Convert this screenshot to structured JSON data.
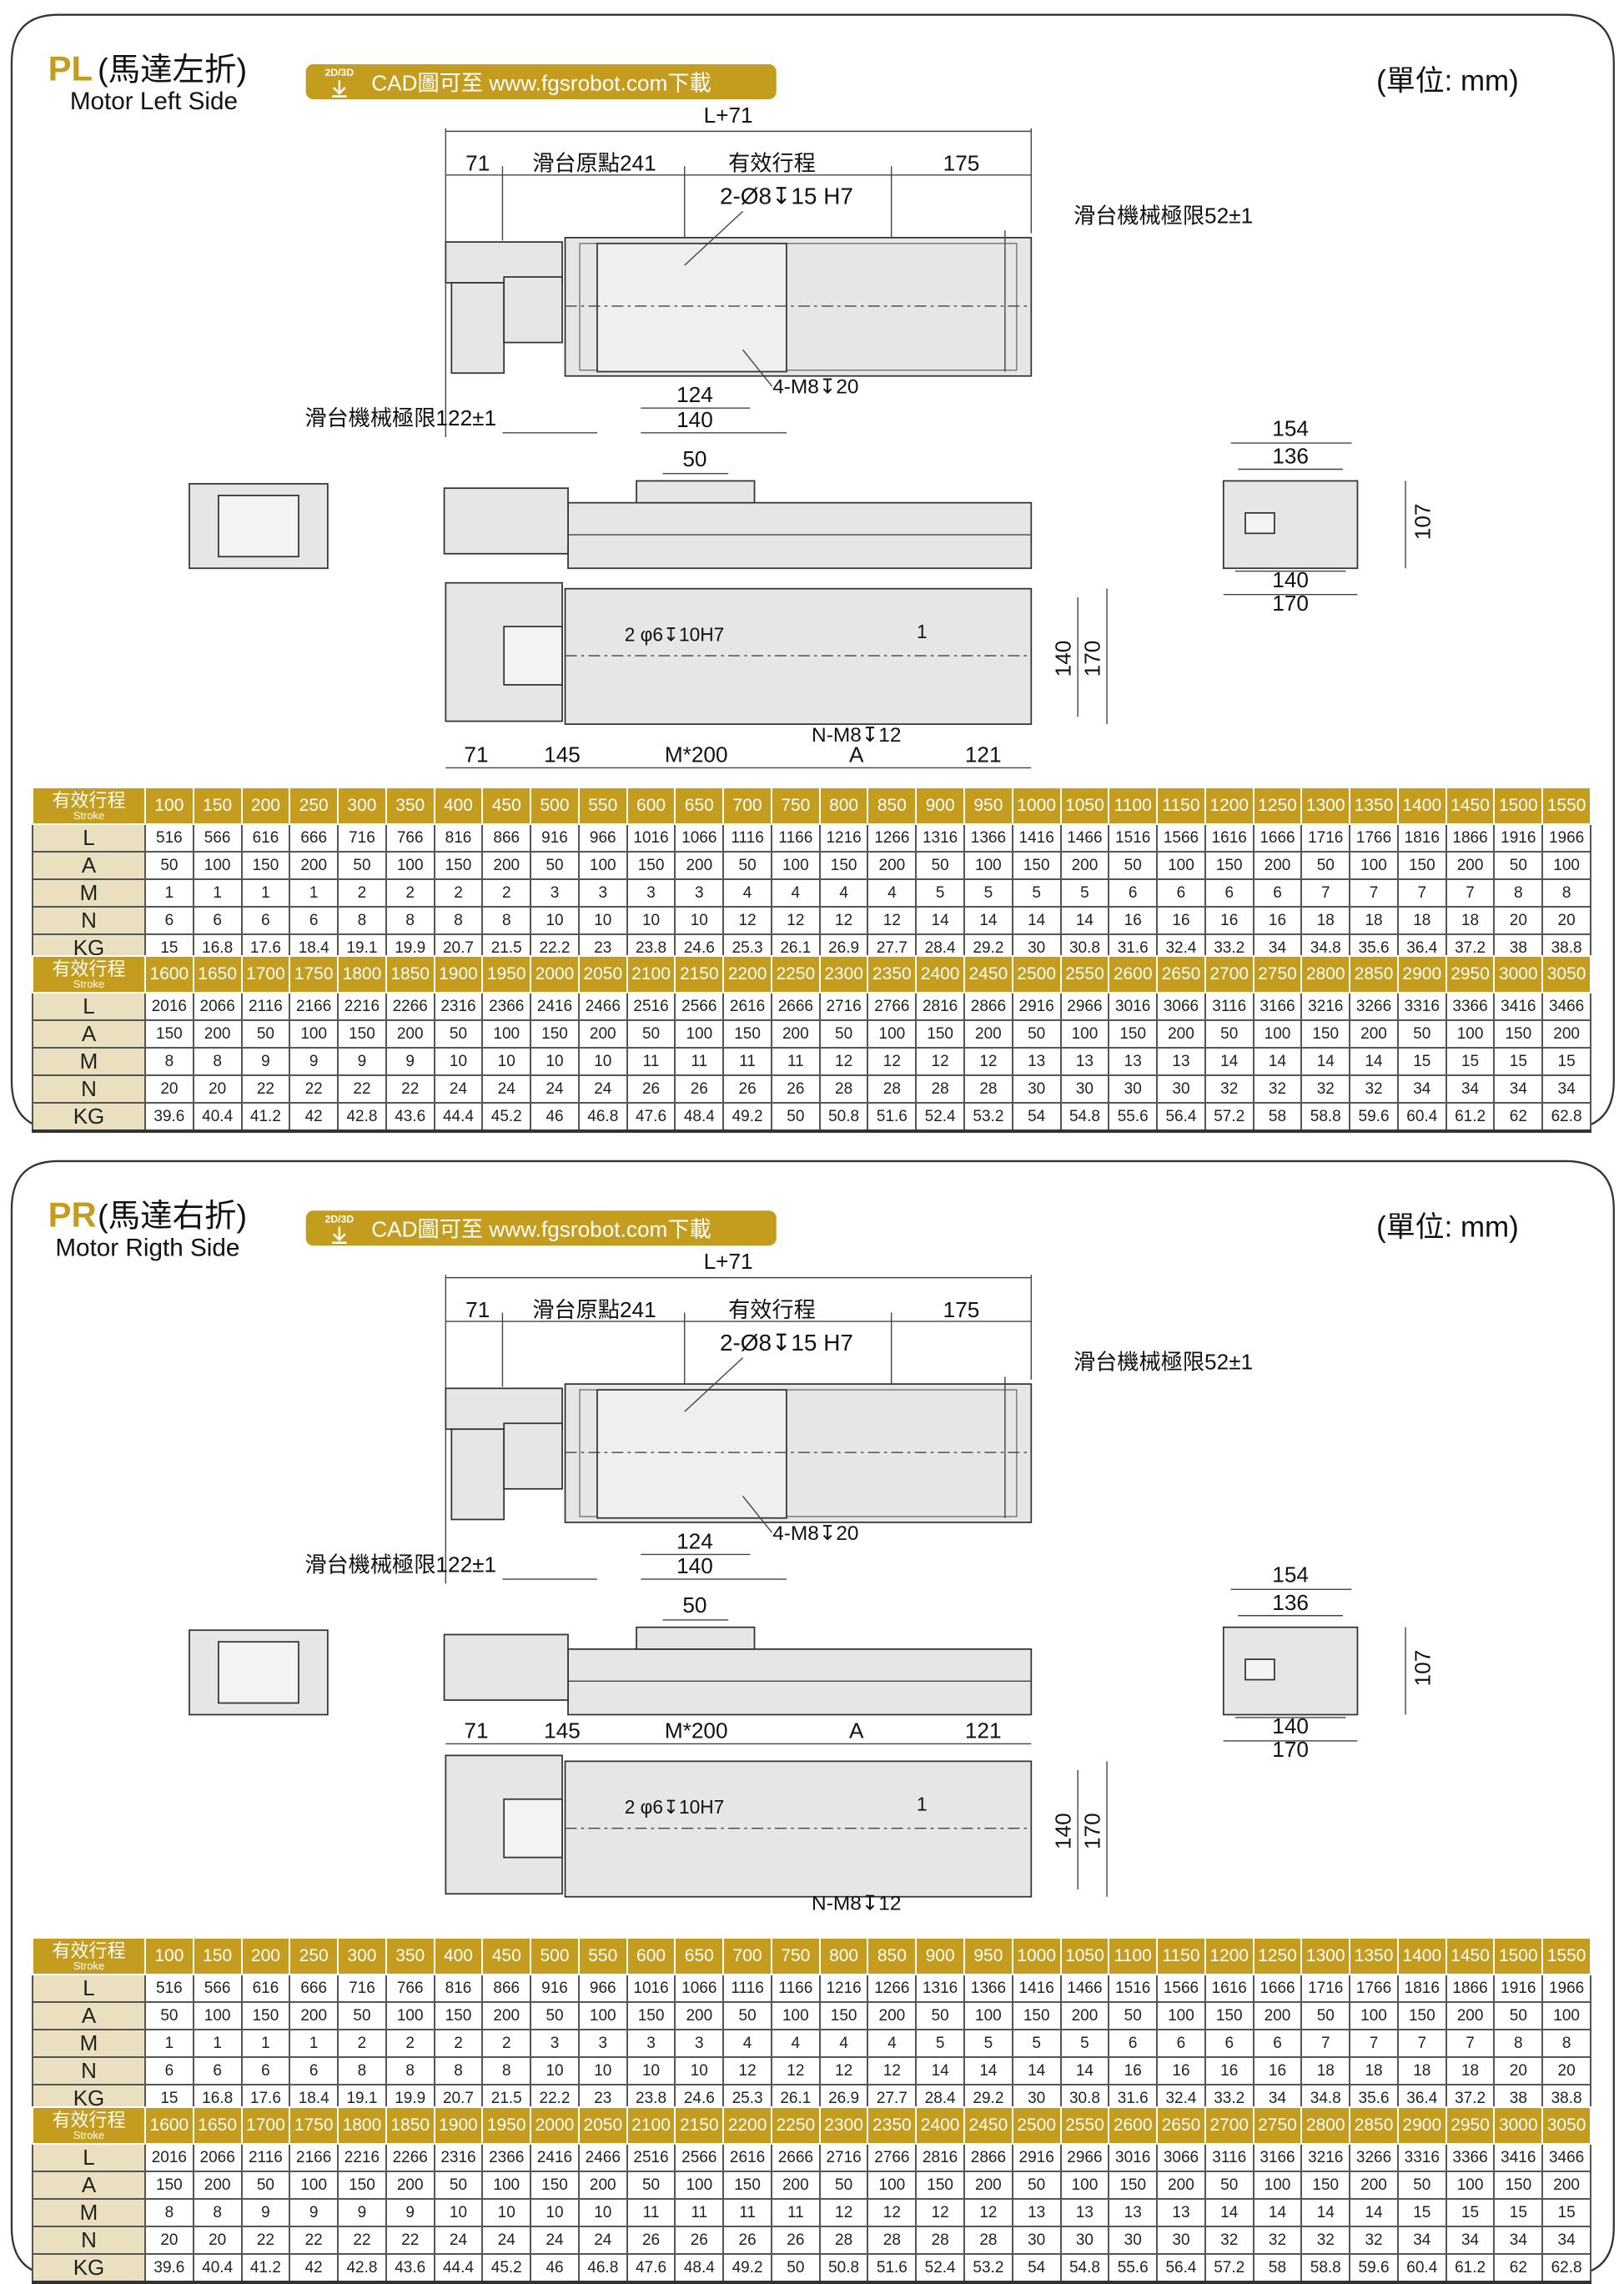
{
  "sections": [
    {
      "code": "PL",
      "title_zh": "(馬達左折)",
      "subtitle": "Motor Left Side",
      "badge_small": "2D/3D",
      "badge_text": "CAD圖可至 www.fgsrobot.com下載",
      "unit": "(單位: mm)",
      "dims": {
        "overall": "L+71",
        "d71": "71",
        "origin": "滑台原點241",
        "stroke": "有效行程",
        "d175": "175",
        "pin": "2-Ø8↧15 H7",
        "limit52": "滑台機械極限52±1",
        "d124": "124",
        "d140a": "140",
        "m8": "4-M8↧20",
        "limit122": "滑台機械極限122±1",
        "d50": "50",
        "d154": "154",
        "d136": "136",
        "d107": "107",
        "d140b": "140",
        "d170a": "170",
        "phi6": "2 φ6↧10H7",
        "one": "1",
        "d140c": "140",
        "d170b": "170",
        "b71": "71",
        "b145": "145",
        "m200": "M*200",
        "nm8": "N-M8↧12",
        "a": "A",
        "b121": "121"
      }
    },
    {
      "code": "PR",
      "title_zh": "(馬達右折)",
      "subtitle": "Motor Rigth Side",
      "badge_small": "2D/3D",
      "badge_text": "CAD圖可至 www.fgsrobot.com下載",
      "unit": "(單位: mm)",
      "dims": {
        "overall": "L+71",
        "d71": "71",
        "origin": "滑台原點241",
        "stroke": "有效行程",
        "d175": "175",
        "pin": "2-Ø8↧15 H7",
        "limit52": "滑台機械極限52±1",
        "d124": "124",
        "d140a": "140",
        "m8": "4-M8↧20",
        "limit122": "滑台機械極限122±1",
        "d50": "50",
        "d154": "154",
        "d136": "136",
        "d107": "107",
        "d140b": "140",
        "d170a": "170",
        "phi6": "2 φ6↧10H7",
        "one": "1",
        "d140c": "140",
        "d170b": "170",
        "b71": "71",
        "b145": "145",
        "m200": "M*200",
        "nm8": "N-M8↧12",
        "a": "A",
        "b121": "121"
      }
    }
  ],
  "table_header": {
    "zh": "有效行程",
    "en": "Stroke"
  },
  "row_labels": [
    "L",
    "A",
    "M",
    "N",
    "KG"
  ],
  "tables": [
    {
      "stroke": [
        "100",
        "150",
        "200",
        "250",
        "300",
        "350",
        "400",
        "450",
        "500",
        "550",
        "600",
        "650",
        "700",
        "750",
        "800",
        "850",
        "900",
        "950",
        "1000",
        "1050",
        "1100",
        "1150",
        "1200",
        "1250",
        "1300",
        "1350",
        "1400",
        "1450",
        "1500",
        "1550"
      ],
      "L": [
        "516",
        "566",
        "616",
        "666",
        "716",
        "766",
        "816",
        "866",
        "916",
        "966",
        "1016",
        "1066",
        "1116",
        "1166",
        "1216",
        "1266",
        "1316",
        "1366",
        "1416",
        "1466",
        "1516",
        "1566",
        "1616",
        "1666",
        "1716",
        "1766",
        "1816",
        "1866",
        "1916",
        "1966"
      ],
      "A": [
        "50",
        "100",
        "150",
        "200",
        "50",
        "100",
        "150",
        "200",
        "50",
        "100",
        "150",
        "200",
        "50",
        "100",
        "150",
        "200",
        "50",
        "100",
        "150",
        "200",
        "50",
        "100",
        "150",
        "200",
        "50",
        "100",
        "150",
        "200",
        "50",
        "100"
      ],
      "M": [
        "1",
        "1",
        "1",
        "1",
        "2",
        "2",
        "2",
        "2",
        "3",
        "3",
        "3",
        "3",
        "4",
        "4",
        "4",
        "4",
        "5",
        "5",
        "5",
        "5",
        "6",
        "6",
        "6",
        "6",
        "7",
        "7",
        "7",
        "7",
        "8",
        "8"
      ],
      "N": [
        "6",
        "6",
        "6",
        "6",
        "8",
        "8",
        "8",
        "8",
        "10",
        "10",
        "10",
        "10",
        "12",
        "12",
        "12",
        "12",
        "14",
        "14",
        "14",
        "14",
        "16",
        "16",
        "16",
        "16",
        "18",
        "18",
        "18",
        "18",
        "20",
        "20"
      ],
      "KG": [
        "15",
        "16.8",
        "17.6",
        "18.4",
        "19.1",
        "19.9",
        "20.7",
        "21.5",
        "22.2",
        "23",
        "23.8",
        "24.6",
        "25.3",
        "26.1",
        "26.9",
        "27.7",
        "28.4",
        "29.2",
        "30",
        "30.8",
        "31.6",
        "32.4",
        "33.2",
        "34",
        "34.8",
        "35.6",
        "36.4",
        "37.2",
        "38",
        "38.8"
      ]
    },
    {
      "stroke": [
        "1600",
        "1650",
        "1700",
        "1750",
        "1800",
        "1850",
        "1900",
        "1950",
        "2000",
        "2050",
        "2100",
        "2150",
        "2200",
        "2250",
        "2300",
        "2350",
        "2400",
        "2450",
        "2500",
        "2550",
        "2600",
        "2650",
        "2700",
        "2750",
        "2800",
        "2850",
        "2900",
        "2950",
        "3000",
        "3050"
      ],
      "L": [
        "2016",
        "2066",
        "2116",
        "2166",
        "2216",
        "2266",
        "2316",
        "2366",
        "2416",
        "2466",
        "2516",
        "2566",
        "2616",
        "2666",
        "2716",
        "2766",
        "2816",
        "2866",
        "2916",
        "2966",
        "3016",
        "3066",
        "3116",
        "3166",
        "3216",
        "3266",
        "3316",
        "3366",
        "3416",
        "3466"
      ],
      "A": [
        "150",
        "200",
        "50",
        "100",
        "150",
        "200",
        "50",
        "100",
        "150",
        "200",
        "50",
        "100",
        "150",
        "200",
        "50",
        "100",
        "150",
        "200",
        "50",
        "100",
        "150",
        "200",
        "50",
        "100",
        "150",
        "200",
        "50",
        "100",
        "150",
        "200"
      ],
      "M": [
        "8",
        "8",
        "9",
        "9",
        "9",
        "9",
        "10",
        "10",
        "10",
        "10",
        "11",
        "11",
        "11",
        "11",
        "12",
        "12",
        "12",
        "12",
        "13",
        "13",
        "13",
        "13",
        "14",
        "14",
        "14",
        "14",
        "15",
        "15",
        "15",
        "15"
      ],
      "N": [
        "20",
        "20",
        "22",
        "22",
        "22",
        "22",
        "24",
        "24",
        "24",
        "24",
        "26",
        "26",
        "26",
        "26",
        "28",
        "28",
        "28",
        "28",
        "30",
        "30",
        "30",
        "30",
        "32",
        "32",
        "32",
        "32",
        "34",
        "34",
        "34",
        "34"
      ],
      "KG": [
        "39.6",
        "40.4",
        "41.2",
        "42",
        "42.8",
        "43.6",
        "44.4",
        "45.2",
        "46",
        "46.8",
        "47.6",
        "48.4",
        "49.2",
        "50",
        "50.8",
        "51.6",
        "52.4",
        "53.2",
        "54",
        "54.8",
        "55.6",
        "56.4",
        "57.2",
        "58",
        "58.8",
        "59.6",
        "60.4",
        "61.2",
        "62",
        "62.8"
      ]
    }
  ],
  "colors": {
    "accent": "#c49d1f",
    "label_bg": "#eadfbf",
    "part": "#e6e6e6",
    "line": "#333333"
  }
}
